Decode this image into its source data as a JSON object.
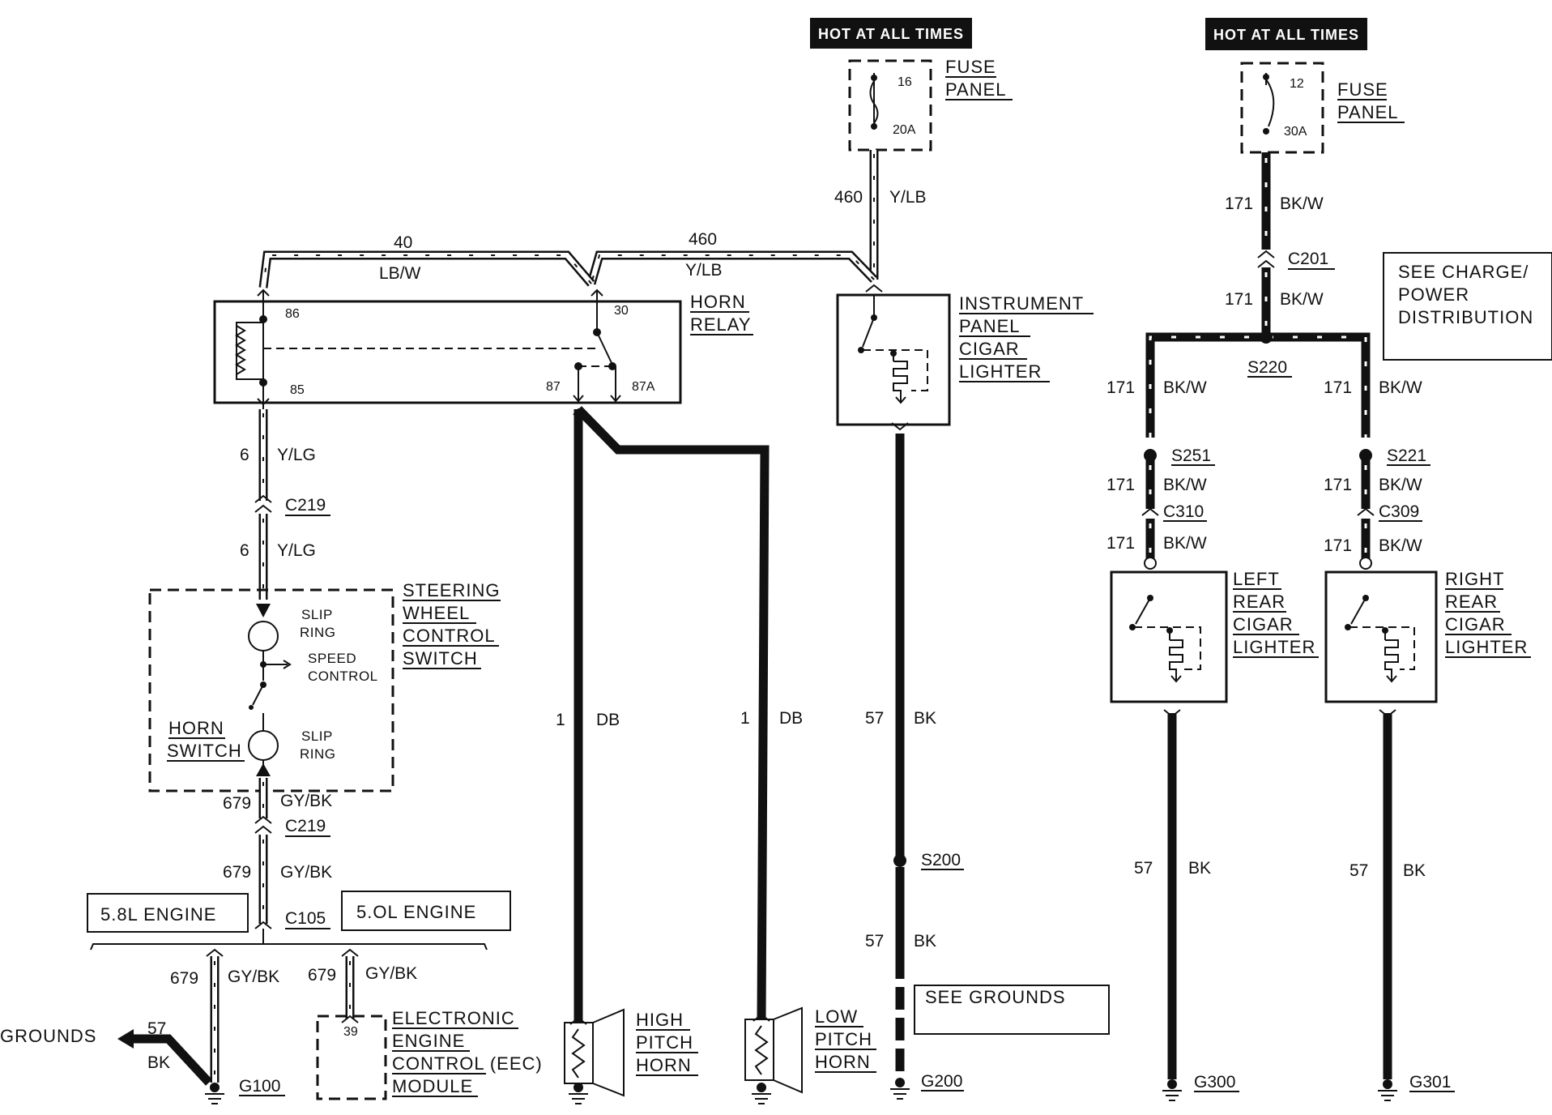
{
  "hot_left": "HOT AT ALL TIMES",
  "hot_right": "HOT AT ALL TIMES",
  "fuse_left": {
    "num": "16",
    "amps": "20A",
    "label1": "FUSE",
    "label2": "PANEL"
  },
  "fuse_right": {
    "num": "12",
    "amps": "30A",
    "label1": "FUSE",
    "label2": "PANEL"
  },
  "wires": {
    "w460_top": {
      "num": "460",
      "color": "Y/LB"
    },
    "w40": {
      "num": "40",
      "color": "LB/W"
    },
    "w460_mid": {
      "num": "460",
      "color": "Y/LB"
    },
    "w6_a": {
      "num": "6",
      "color": "Y/LG"
    },
    "w6_b": {
      "num": "6",
      "color": "Y/LG"
    },
    "w679_a": {
      "num": "679",
      "color": "GY/BK"
    },
    "w679_b": {
      "num": "679",
      "color": "GY/BK"
    },
    "w679_c": {
      "num": "679",
      "color": "GY/BK"
    },
    "w679_d": {
      "num": "679",
      "color": "GY/BK"
    },
    "w57_g100": {
      "num": "57",
      "color": "BK"
    },
    "w1_hi": {
      "num": "1",
      "color": "DB"
    },
    "w1_lo": {
      "num": "1",
      "color": "DB"
    },
    "w57_ip_a": {
      "num": "57",
      "color": "BK"
    },
    "w57_ip_b": {
      "num": "57",
      "color": "BK"
    },
    "w171_a": {
      "num": "171",
      "color": "BK/W"
    },
    "w171_b": {
      "num": "171",
      "color": "BK/W"
    },
    "w171_l1": {
      "num": "171",
      "color": "BK/W"
    },
    "w171_l2": {
      "num": "171",
      "color": "BK/W"
    },
    "w171_l3": {
      "num": "171",
      "color": "BK/W"
    },
    "w171_r1": {
      "num": "171",
      "color": "BK/W"
    },
    "w171_r2": {
      "num": "171",
      "color": "BK/W"
    },
    "w171_r3": {
      "num": "171",
      "color": "BK/W"
    },
    "w57_lr": {
      "num": "57",
      "color": "BK"
    },
    "w57_rr": {
      "num": "57",
      "color": "BK"
    }
  },
  "relay": {
    "label1": "HORN",
    "label2": "RELAY",
    "pin86": "86",
    "pin85": "85",
    "pin30": "30",
    "pin87": "87",
    "pin87a": "87A"
  },
  "connectors": {
    "c219_a": "C219",
    "c219_b": "C219",
    "c105": "C105",
    "c201": "C201",
    "c310": "C310",
    "c309": "C309"
  },
  "splices": {
    "s200": "S200",
    "s220": "S220",
    "s251": "S251",
    "s221": "S221"
  },
  "grounds": {
    "g100": "G100",
    "g200": "G200",
    "g300": "G300",
    "g301": "G301"
  },
  "steering": {
    "label1": "STEERING",
    "label2": "WHEEL",
    "label3": "CONTROL",
    "label4": "SWITCH",
    "slip1a": "SLIP",
    "slip1b": "RING",
    "speed1": "SPEED",
    "speed2": "CONTROL",
    "slip2a": "SLIP",
    "slip2b": "RING",
    "horn1": "HORN",
    "horn2": "SWITCH"
  },
  "engines": {
    "e58": "5.8L ENGINE",
    "e50": "5.OL ENGINE"
  },
  "eec": {
    "pin": "39",
    "label1": "ELECTRONIC",
    "label2": "ENGINE",
    "label3": "CONTROL (EEC)",
    "label4": "MODULE"
  },
  "grounds_ref": "GROUNDS",
  "horns": {
    "hi1": "HIGH",
    "hi2": "PITCH",
    "hi3": "HORN",
    "lo1": "LOW",
    "lo2": "PITCH",
    "lo3": "HORN"
  },
  "ip_lighter": {
    "l1": "INSTRUMENT",
    "l2": "PANEL",
    "l3": "CIGAR",
    "l4": "LIGHTER"
  },
  "left_rear": {
    "l1": "LEFT",
    "l2": "REAR",
    "l3": "CIGAR",
    "l4": "LIGHTER"
  },
  "right_rear": {
    "l1": "RIGHT",
    "l2": "REAR",
    "l3": "CIGAR",
    "l4": "LIGHTER"
  },
  "see_charge": {
    "l1": "SEE CHARGE/",
    "l2": "POWER",
    "l3": "DISTRIBUTION"
  },
  "see_grounds": "SEE GROUNDS"
}
